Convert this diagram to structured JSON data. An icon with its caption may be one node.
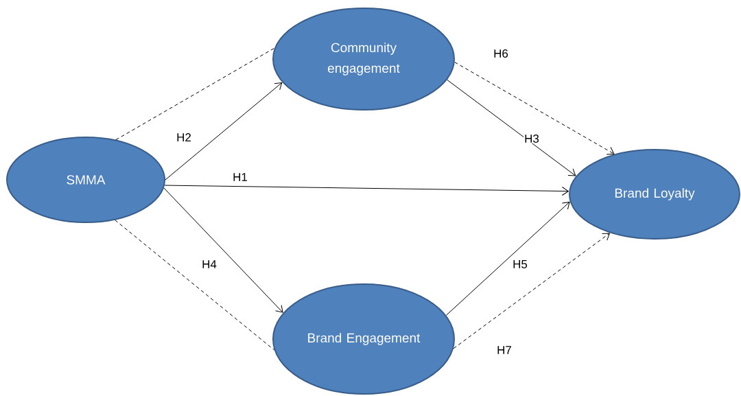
{
  "diagram": {
    "nodes": [
      {
        "text": [
          "SMMA"
        ]
      },
      {
        "text": [
          "Community engagement"
        ]
      },
      {
        "text": [
          "Brand Loyalty"
        ]
      },
      {
        "text": [
          "Brand Engagement"
        ]
      }
    ],
    "edges": [
      {
        "from": 0,
        "to": 1,
        "arrow": "to",
        "label": "H2"
      },
      {
        "from": 0,
        "to": 2,
        "arrow": "to",
        "label": "H1"
      },
      {
        "from": 1,
        "to": 2,
        "arrow": "to",
        "label": "H3"
      },
      {
        "from": 0,
        "to": 3,
        "arrow": "to",
        "label": "H4"
      },
      {
        "from": 3,
        "to": 2,
        "arrow": "to",
        "label": "H5"
      },
      {
        "from": 0,
        "to": 1,
        "arrow": "none",
        "style": "dashed"
      },
      {
        "from": 1,
        "to": 2,
        "arrow": "to",
        "style": "dashed",
        "label": "H6"
      },
      {
        "from": 0,
        "to": 3,
        "arrow": "none",
        "style": "dashed"
      },
      {
        "from": 3,
        "to": 2,
        "arrow": "to",
        "style": "dashed",
        "label": "H7"
      }
    ]
  }
}
